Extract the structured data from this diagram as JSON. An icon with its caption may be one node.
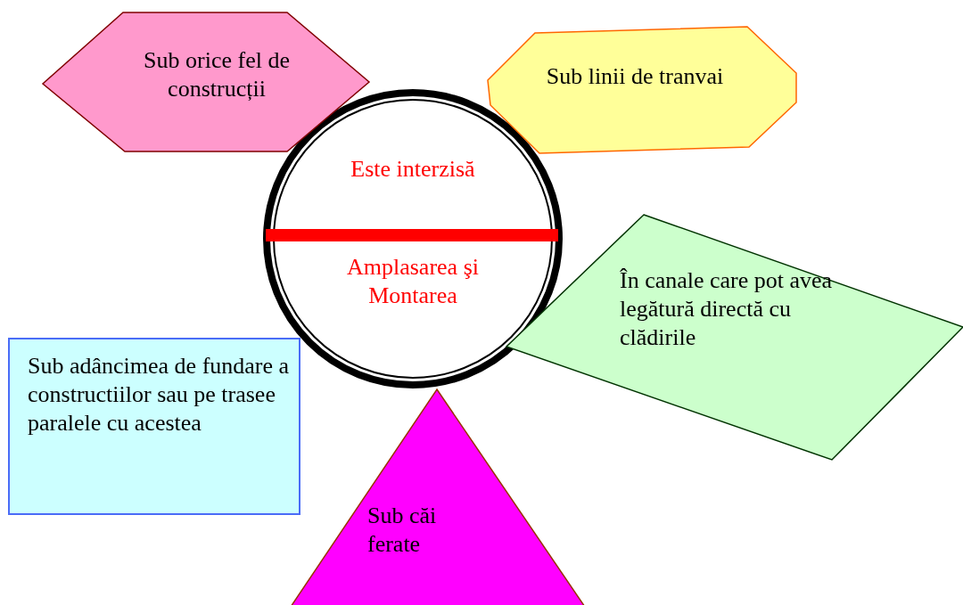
{
  "diagram": {
    "nodes": [
      {
        "text": [
          "Sub orice fel de construcții"
        ]
      },
      {
        "text": [
          "Sub linii de tranvai"
        ]
      },
      {
        "text": [
          "Este interzisă",
          "Amplasarea şi Montarea"
        ]
      },
      {
        "text": [
          "În canale care pot avea legătură directă cu clădirile"
        ]
      },
      {
        "text": [
          "Sub adâncimea de fundare a constructiilor sau pe trasee paralele cu acestea"
        ]
      },
      {
        "text": [
          "Sub căi ferate"
        ]
      }
    ]
  }
}
